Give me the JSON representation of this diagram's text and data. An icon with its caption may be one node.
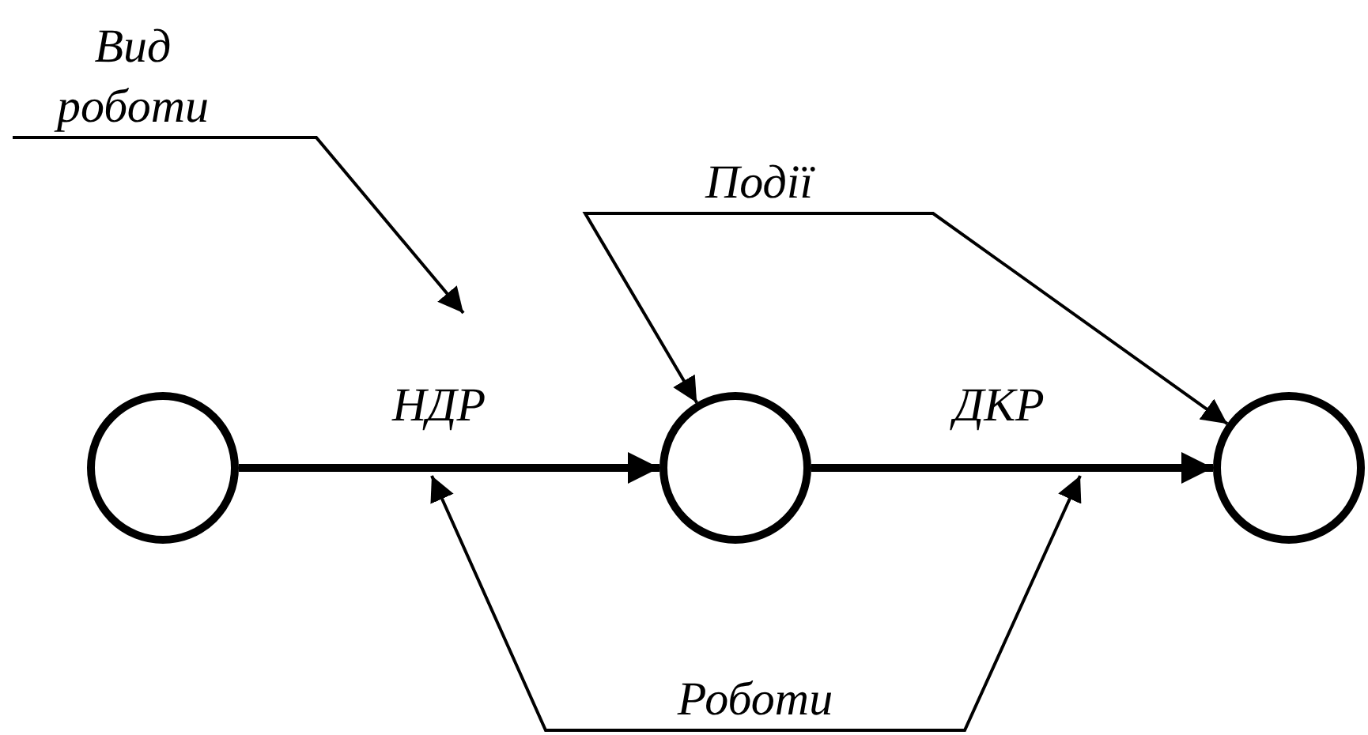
{
  "diagram": {
    "nodes": [
      {
        "text": [
          "Вид роботи"
        ]
      },
      {
        "text": [
          "Події"
        ]
      },
      {
        "text": [],
        "shape": "circle"
      },
      {
        "text": [],
        "shape": "circle"
      },
      {
        "text": [],
        "shape": "circle"
      },
      {
        "text": [
          "Роботи"
        ]
      }
    ],
    "edges": [
      {
        "from": 2,
        "to": 3,
        "arrow": "to",
        "label": "НДР",
        "style": "thick"
      },
      {
        "from": 3,
        "to": 4,
        "arrow": "to",
        "label": "ДКР",
        "style": "thick"
      },
      {
        "from": 0,
        "to": null,
        "arrow": "to"
      },
      {
        "from": 1,
        "to": 3,
        "arrow": "to"
      },
      {
        "from": 1,
        "to": 4,
        "arrow": "to"
      },
      {
        "from": 5,
        "to": null,
        "arrow": "to"
      },
      {
        "from": 5,
        "to": null,
        "arrow": "to"
      }
    ]
  }
}
